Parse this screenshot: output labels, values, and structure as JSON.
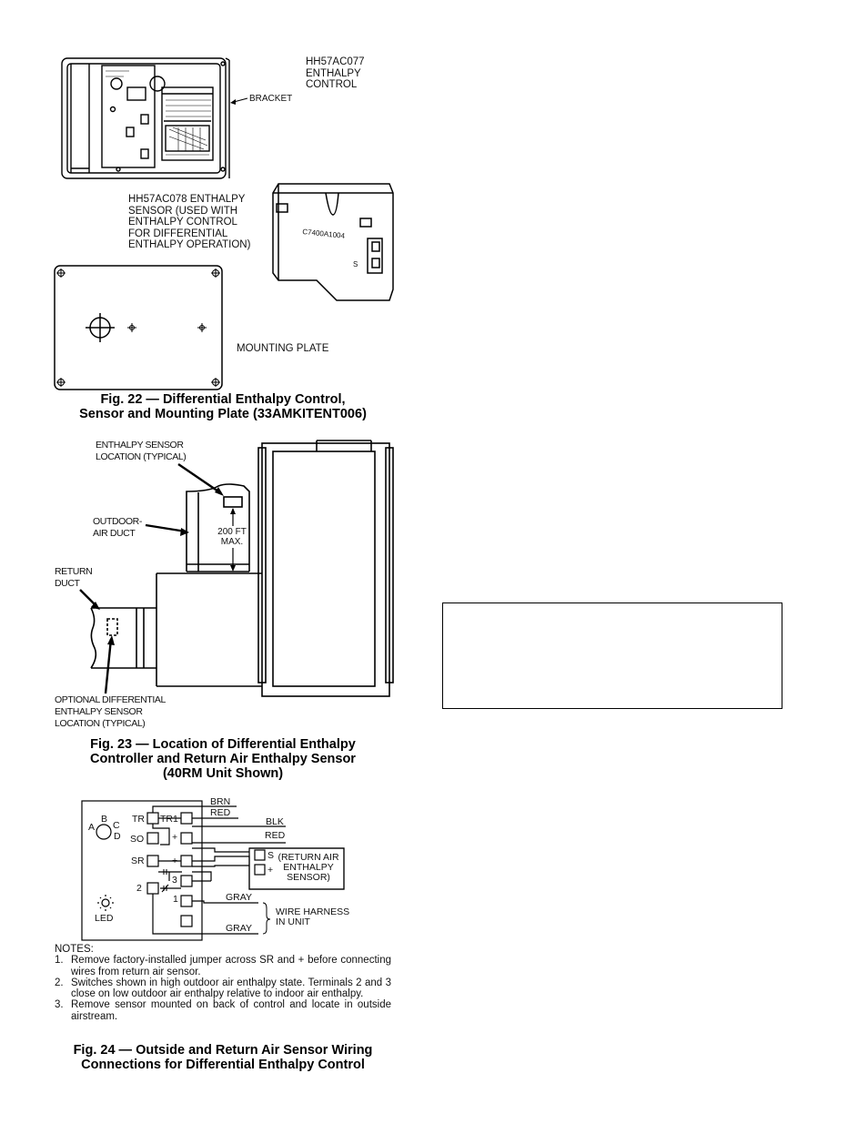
{
  "fig22": {
    "control_label": "HH57AC077\nENTHALPY\nCONTROL",
    "bracket_label": "BRACKET",
    "sensor_label": "HH57AC078 ENTHALPY\nSENSOR (USED WITH\nENTHALPY CONTROL\nFOR DIFFERENTIAL\nENTHALPY OPERATION)",
    "sensor_code": "C7400A1004",
    "sensor_s": "S",
    "mounting_label": "MOUNTING PLATE",
    "caption": "Fig. 22 — Differential Enthalpy Control,\nSensor and Mounting Plate (33AMKITENT006)"
  },
  "fig23": {
    "sensor_location": "ENTHALPY SENSOR\nLOCATION (TYPICAL)",
    "outdoor_duct": "OUTDOOR-\nAIR DUCT",
    "distance": "200 FT\nMAX.",
    "return_duct": "RETURN\nDUCT",
    "optional_sensor": "OPTIONAL DIFFERENTIAL\nENTHALPY SENSOR\nLOCATION (TYPICAL)",
    "caption": "Fig. 23 — Location of Differential Enthalpy\nController and Return Air Enthalpy Sensor\n(40RM Unit Shown)"
  },
  "fig24": {
    "dial_a": "A",
    "dial_b": "B",
    "dial_c": "C",
    "dial_d": "D",
    "led": "LED",
    "term_tr": "TR",
    "term_tr1": "TR1",
    "term_so": "SO",
    "term_sr": "SR",
    "term_2": "2",
    "term_3": "3",
    "term_1": "1",
    "plus_1": "+",
    "plus_2": "+",
    "wire_brn": "BRN",
    "wire_red_top": "RED",
    "wire_blk": "BLK",
    "wire_red": "RED",
    "wire_gray_1": "GRAY",
    "wire_gray_2": "GRAY",
    "sensor_s": "S",
    "sensor_plus": "+",
    "return_sensor": "(RETURN AIR\nENTHALPY\nSENSOR)",
    "harness": "WIRE HARNESS\nIN UNIT",
    "notes_title": "NOTES:",
    "notes": [
      {
        "num": "1.",
        "text": "Remove factory-installed jumper across SR and + before connecting wires from return air sensor."
      },
      {
        "num": "2.",
        "text": "Switches shown in high outdoor air enthalpy state. Terminals 2 and 3 close on low outdoor air enthalpy relative to indoor air enthalpy."
      },
      {
        "num": "3.",
        "text": "Remove sensor mounted on back of control and locate in outside airstream."
      }
    ],
    "caption": "Fig. 24 — Outside and Return Air Sensor Wiring\nConnections for Differential Enthalpy Control"
  }
}
